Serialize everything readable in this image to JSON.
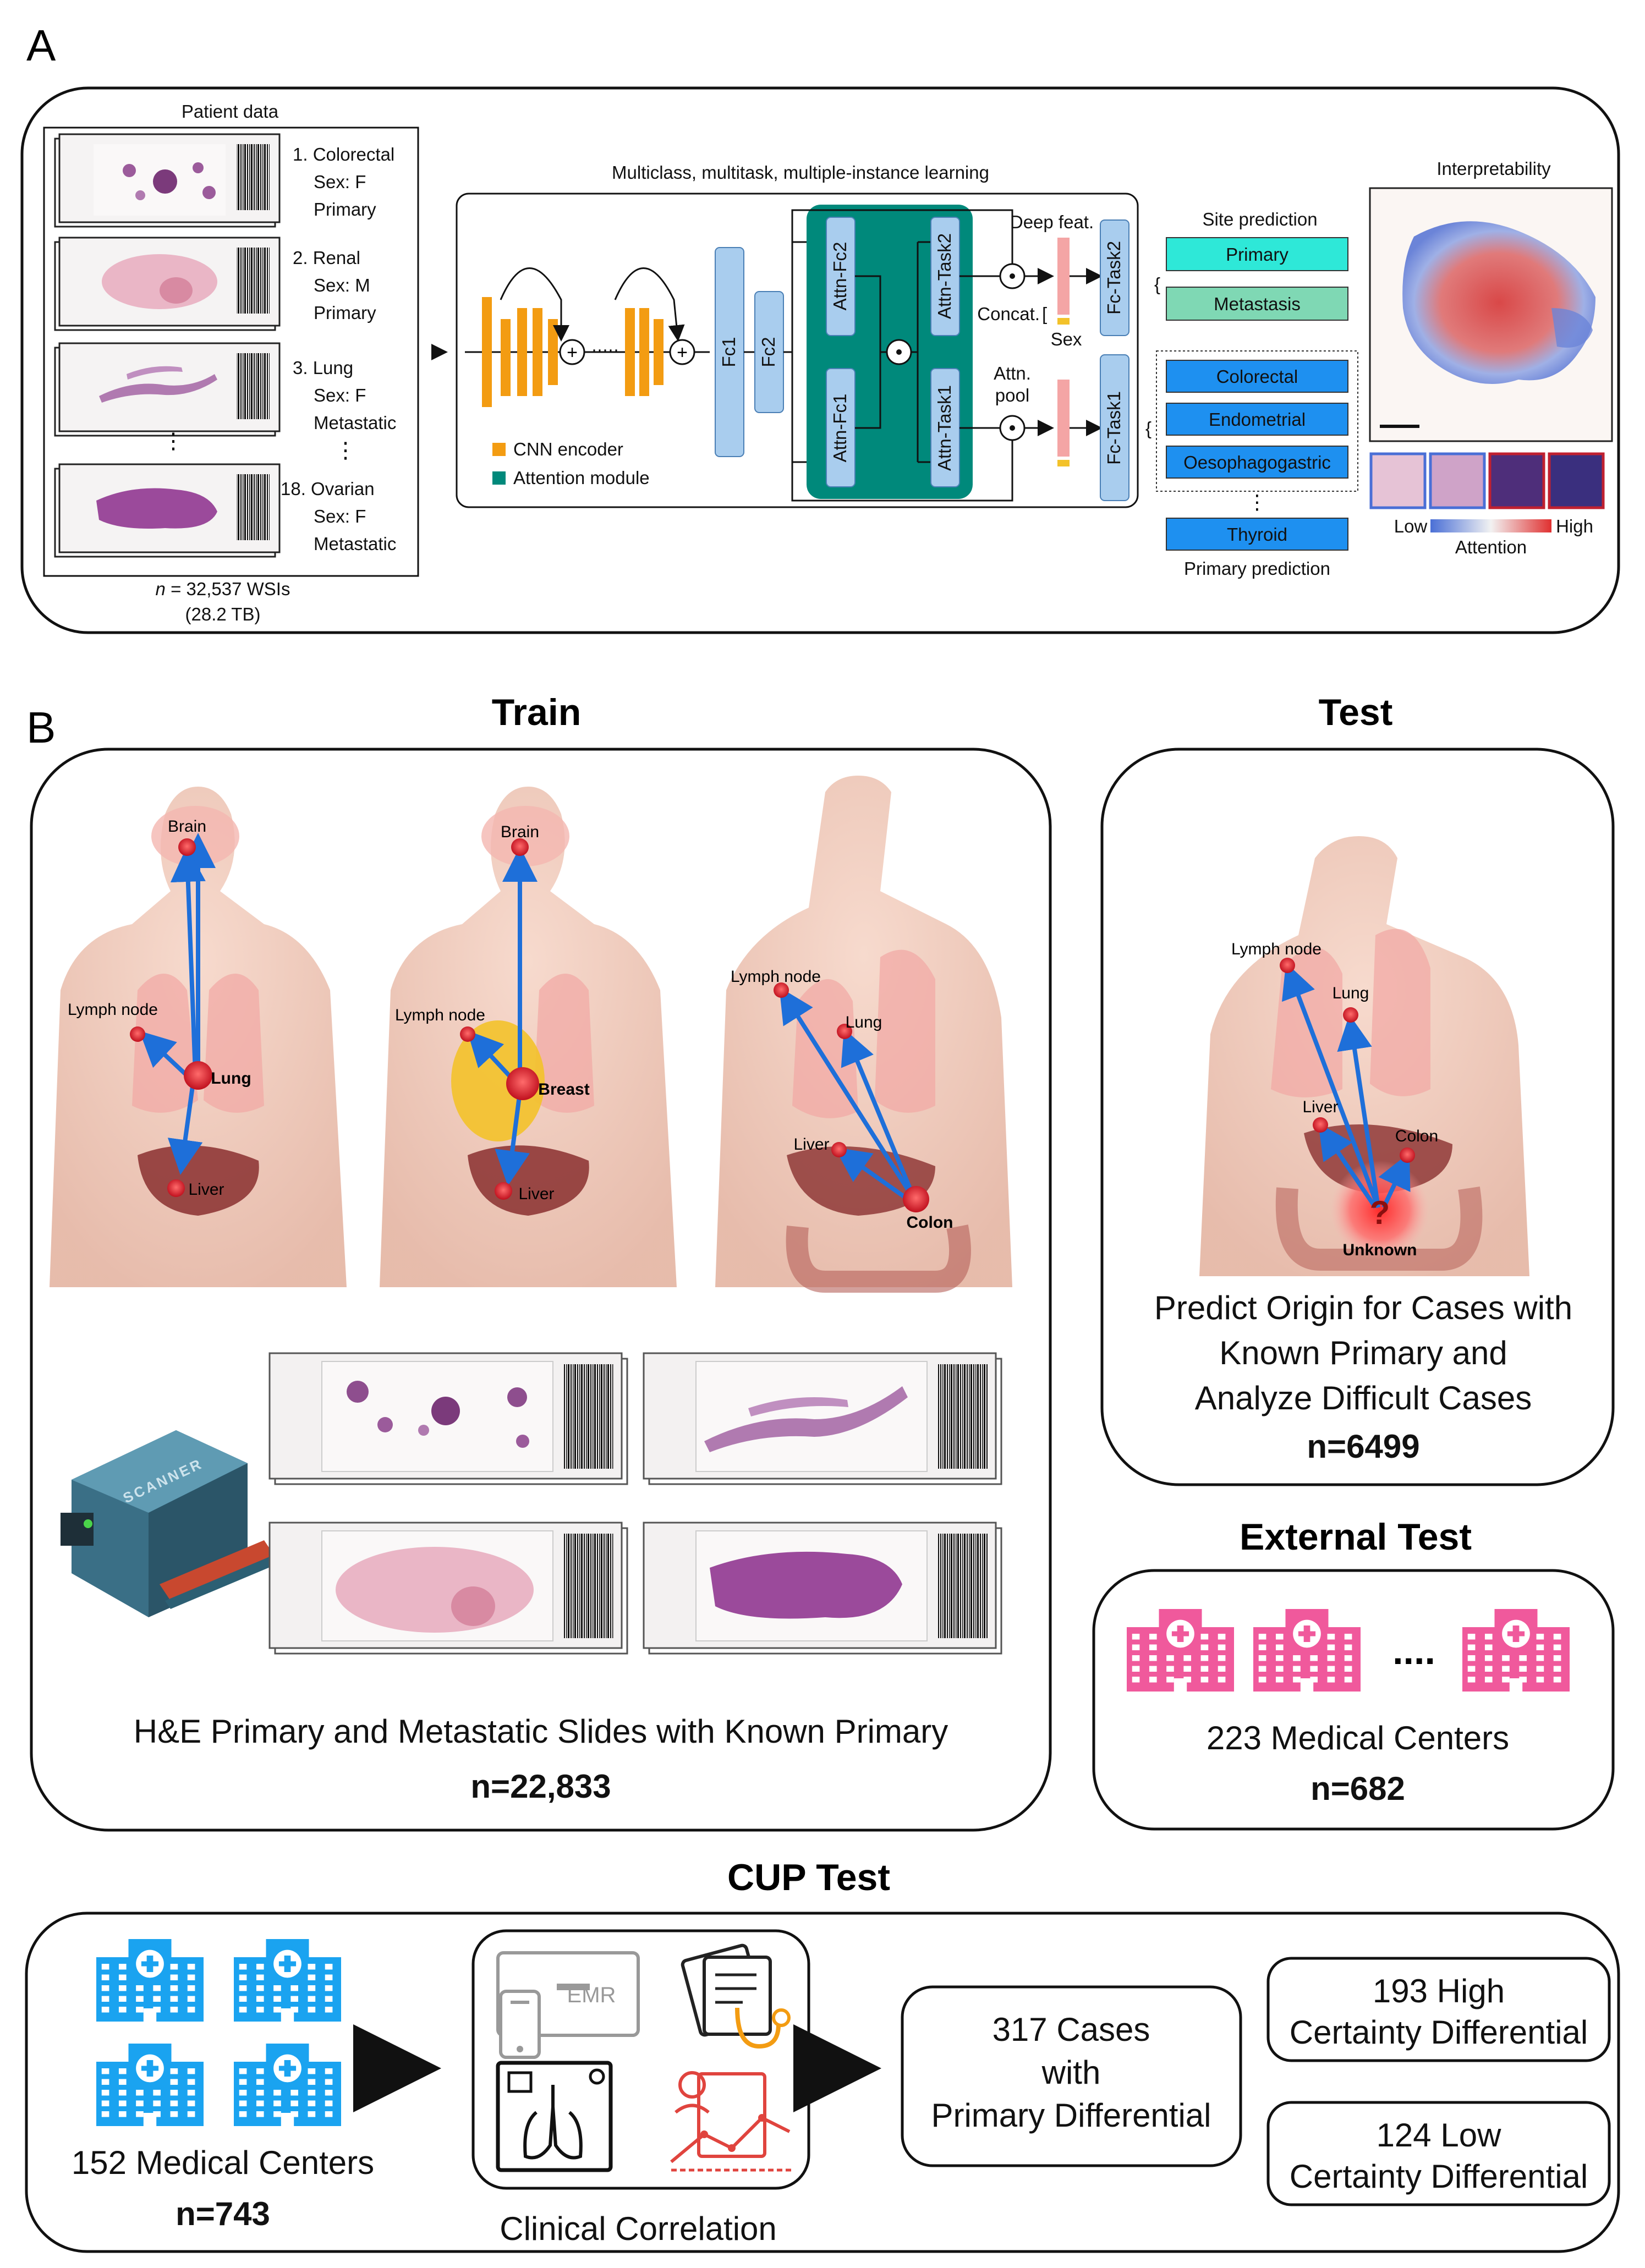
{
  "panel_a": {
    "label": "A",
    "patient_data_title": "Patient data",
    "patients": [
      {
        "index_name": "1. Colorectal",
        "sex": "Sex: F",
        "status": "Primary"
      },
      {
        "index_name": "2. Renal",
        "sex": "Sex: M",
        "status": "Primary"
      },
      {
        "index_name": "3. Lung",
        "sex": "Sex: F",
        "status": "Metastatic"
      },
      {
        "index_name": "18. Ovarian",
        "sex": "Sex: F",
        "status": "Metastatic"
      }
    ],
    "wsi_count_prefix": "n",
    "wsi_count_value": " = 32,537 WSIs",
    "wsi_size": "(28.2 TB)",
    "model_title": "Multiclass, multitask, multiple-instance learning",
    "legend_cnn": "CNN encoder",
    "legend_attention": "Attention module",
    "layers": {
      "fc1": "Fc1",
      "fc2": "Fc2",
      "attn_fc2": "Attn-Fc2",
      "attn_fc1": "Attn-Fc1",
      "attn_task2": "Attn-Task2",
      "attn_task1": "Attn-Task1",
      "fc_task2": "Fc-Task2",
      "fc_task1": "Fc-Task1"
    },
    "deep_feat": "Deep feat.",
    "concat": "Concat.",
    "sex": "Sex",
    "attn_pool_1": "Attn.",
    "attn_pool_2": "pool",
    "site_prediction_title": "Site prediction",
    "site_options": [
      "Primary",
      "Metastasis"
    ],
    "primary_options": [
      "Colorectal",
      "Endometrial",
      "Oesophagogastric"
    ],
    "primary_last": "Thyroid",
    "primary_prediction_title": "Primary prediction",
    "interpretability_title": "Interpretability",
    "attention_low": "Low",
    "attention_high": "High",
    "attention_label": "Attention",
    "colors": {
      "cnn": "#f39c12",
      "attention": "#00897b",
      "fc": "#a9cdee",
      "site_primary": "#2ee8d8",
      "site_metastasis": "#7fd8b4",
      "primary_pred": "#1e90f0",
      "heat_low": "#4a6fd6",
      "heat_high": "#e03030"
    }
  },
  "panel_b": {
    "label": "B",
    "train": {
      "title": "Train",
      "figure_labels": {
        "fig1": {
          "brain": "Brain",
          "lymph": "Lymph node",
          "origin": "Lung",
          "liver": "Liver"
        },
        "fig2": {
          "brain": "Brain",
          "lymph": "Lymph node",
          "origin": "Breast",
          "liver": "Liver"
        },
        "fig3": {
          "lymph": "Lymph node",
          "lung": "Lung",
          "liver": "Liver",
          "origin": "Colon"
        }
      },
      "scanner_text": "SCANNER",
      "caption": "H&E Primary and Metastatic Slides with Known Primary",
      "count": "n=22,833"
    },
    "test": {
      "title": "Test",
      "figure_labels": {
        "lymph": "Lymph node",
        "lung": "Lung",
        "liver": "Liver",
        "colon": "Colon",
        "unknown_mark": "?",
        "unknown": "Unknown"
      },
      "caption_lines": [
        "Predict Origin for Cases with",
        "Known Primary and",
        "Analyze Difficult Cases"
      ],
      "count": "n=6499"
    },
    "external": {
      "title": "External Test",
      "dots": "....",
      "caption": "223 Medical Centers",
      "count": "n=682",
      "color": "#f0599c"
    },
    "cup": {
      "title": "CUP Test",
      "centers": "152 Medical Centers",
      "count": "n=743",
      "emr": "EMR",
      "clinical_label": "Clinical Correlation",
      "cases_lines": [
        "317 Cases",
        "with",
        "Primary Differential"
      ],
      "high_lines": [
        "193 High",
        "Certainty Differential"
      ],
      "low_lines": [
        "124 Low",
        "Certainty Differential"
      ],
      "color": "#1aa3f0"
    }
  }
}
